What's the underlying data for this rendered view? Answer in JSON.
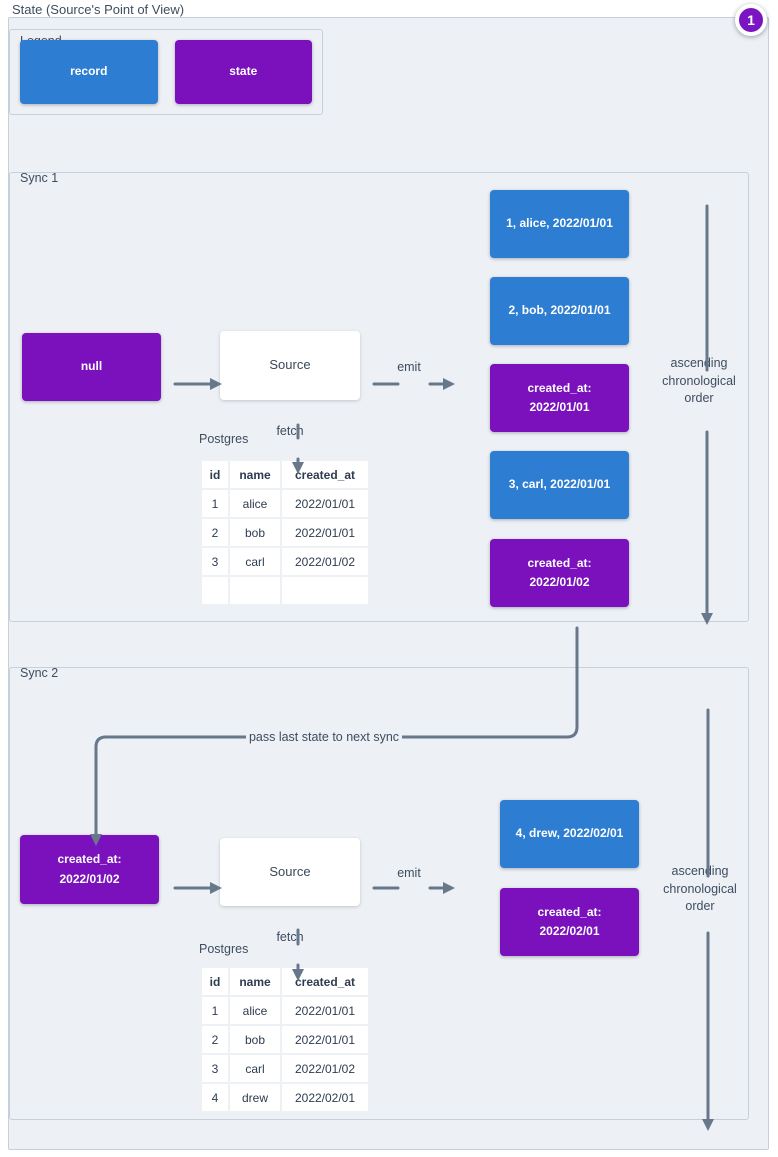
{
  "title": "State (Source's Point of View)",
  "badge": {
    "value": "1"
  },
  "colors": {
    "record": "#2d7ed2",
    "state": "#7a11bc",
    "arrow": "#67788b",
    "canvas": "#edf0f4",
    "panel_border": "#c6d0dc",
    "badge": "#7b15c1"
  },
  "legend": {
    "label": "Legend",
    "items": [
      {
        "kind": "record",
        "label": "record"
      },
      {
        "kind": "state",
        "label": "state"
      }
    ]
  },
  "connector_label": "pass last state to next sync",
  "syncs": [
    {
      "label": "Sync 1",
      "input_state": {
        "kind": "state",
        "lines": [
          "null"
        ]
      },
      "source": {
        "label": "Source"
      },
      "emit_label": "emit",
      "fetch_label": "fetch",
      "database": {
        "label": "Postgres",
        "headers": [
          "id",
          "name",
          "created_at"
        ],
        "rows": [
          [
            "1",
            "alice",
            "2022/01/01"
          ],
          [
            "2",
            "bob",
            "2022/01/01"
          ],
          [
            "3",
            "carl",
            "2022/01/02"
          ],
          [
            "",
            "",
            ""
          ]
        ]
      },
      "emitted": [
        {
          "kind": "record",
          "lines": [
            "1, alice, 2022/01/01"
          ]
        },
        {
          "kind": "record",
          "lines": [
            "2, bob, 2022/01/01"
          ]
        },
        {
          "kind": "state",
          "lines": [
            "created_at:",
            "2022/01/01"
          ]
        },
        {
          "kind": "record",
          "lines": [
            "3, carl, 2022/01/01"
          ]
        },
        {
          "kind": "state",
          "lines": [
            "created_at:",
            "2022/01/02"
          ]
        }
      ],
      "order_label": "ascending chronological order"
    },
    {
      "label": "Sync 2",
      "input_state": {
        "kind": "state",
        "lines": [
          "created_at:",
          "2022/01/02"
        ]
      },
      "source": {
        "label": "Source"
      },
      "emit_label": "emit",
      "fetch_label": "fetch",
      "database": {
        "label": "Postgres",
        "headers": [
          "id",
          "name",
          "created_at"
        ],
        "rows": [
          [
            "1",
            "alice",
            "2022/01/01"
          ],
          [
            "2",
            "bob",
            "2022/01/01"
          ],
          [
            "3",
            "carl",
            "2022/01/02"
          ],
          [
            "4",
            "drew",
            "2022/02/01"
          ]
        ]
      },
      "emitted": [
        {
          "kind": "record",
          "lines": [
            "4, drew, 2022/02/01"
          ]
        },
        {
          "kind": "state",
          "lines": [
            "created_at:",
            "2022/02/01"
          ]
        }
      ],
      "order_label": "ascending chronological order"
    }
  ]
}
